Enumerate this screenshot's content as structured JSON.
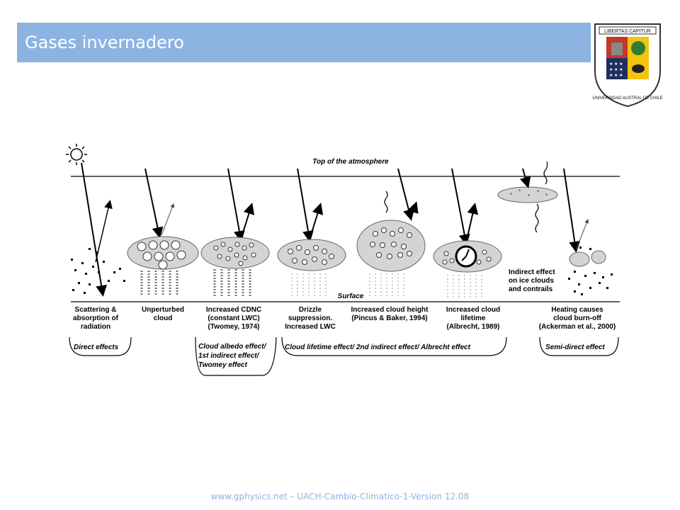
{
  "slide": {
    "title": "Gases invernadero",
    "footer": "www.gphysics.net – UACH-Cambio-Climatico-1-Version 12.08"
  },
  "crest": {
    "motto": "LIBERTAS CAPITUR",
    "ring_text": "UNIVERSIDAD AUSTRAL DE CHILE"
  },
  "diagram": {
    "top_label": "Top of the atmosphere",
    "surface_label": "Surface",
    "effects": [
      {
        "line1": "Scattering &",
        "line2": "absorption of",
        "line3": "radiation"
      },
      {
        "line1": "Unperturbed",
        "line2": "cloud",
        "line3": ""
      },
      {
        "line1": "Increased CDNC",
        "line2": "(constant LWC)",
        "line3": "(Twomey, 1974)"
      },
      {
        "line1": "Drizzle",
        "line2": "suppression.",
        "line3": "Increased LWC"
      },
      {
        "line1": "Increased cloud height",
        "line2": "(Pincus & Baker, 1994)",
        "line3": ""
      },
      {
        "line1": "Increased cloud",
        "line2": "lifetime",
        "line3": "(Albrecht, 1989)"
      },
      {
        "line1": "Heating causes",
        "line2": "cloud burn-off",
        "line3": "(Ackerman et al., 2000)"
      }
    ],
    "ice_note": {
      "line1": "Indirect effect",
      "line2": "on ice clouds",
      "line3": "and contrails"
    },
    "groups": {
      "direct": "Direct effects",
      "albedo_line1": "Cloud albedo effect/",
      "albedo_line2": "1st indirect effect/",
      "albedo_line3": "Twomey effect",
      "lifetime": "Cloud lifetime effect/ 2nd indirect effect/ Albrecht effect",
      "semi": "Semi-direct effect"
    }
  }
}
